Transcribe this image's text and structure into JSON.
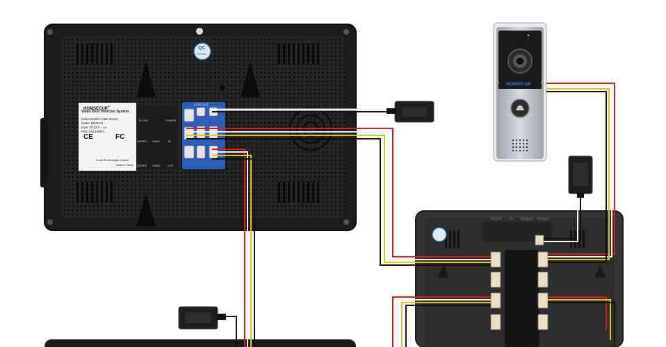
{
  "sticker": {
    "brand": "HOMSECUR",
    "brand_mark": "®",
    "title": "Video Door Intercom System",
    "line1": "Indoor Monitor (HDK Series)",
    "line2": "Model: BM718-B",
    "line3": "Input: DC12V== 1A",
    "line4": "FW2.10113AW01",
    "cert_ce": "CE",
    "cert_fc": "FC",
    "maker": "Konvs Technologies Limited",
    "origin": "Made in China"
  },
  "qc_badge": {
    "text": "QC",
    "sub": "PASSED"
  },
  "port_labels": {
    "tv_out": "TV OUT",
    "power": "POWER",
    "door1": "DOOR1",
    "cam1": "CAM1",
    "in": "IN",
    "door2": "DOOR2",
    "cam2": "CAM2",
    "out": "OUT",
    "lock_out": "LOCK OUT"
  },
  "doorbell": {
    "brand": "HOMSECUR"
  },
  "switch_labels": [
    "DC12V",
    "IN",
    "Bridge1",
    "Bridge2"
  ],
  "colors": {
    "monitor_body": "#1b1b1b",
    "wire_red": "#d62020",
    "wire_yellow": "#e8c21a",
    "wire_white": "#f4f4f4",
    "wire_black": "#111111",
    "port_blue": "#2e5db8",
    "doorbell_panel": "#c4c7cb"
  }
}
